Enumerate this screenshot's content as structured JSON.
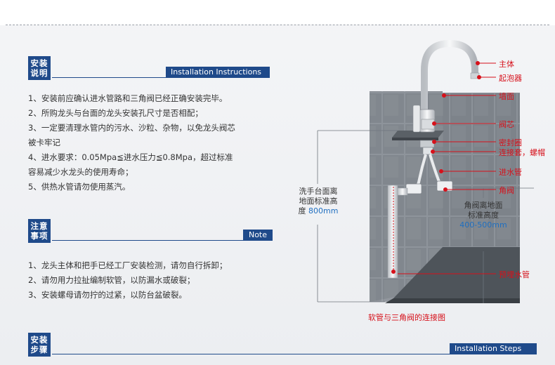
{
  "section_install": {
    "badge": [
      "安装",
      "说明"
    ],
    "title": "Installation Instructions",
    "items": [
      "1、安装前应确认进水管路和三角阀已经正确安装完毕。",
      "2、所购龙头与台面的龙头安装孔尺寸是否相配；",
      "3、一定要清理水管内的污水、沙粒、杂物，以免龙头阀芯",
      "被卡牢记",
      "4、进水要求：0.05Mpa≦进水压力≦0.8Mpa，超过标准",
      "容易减少水龙头的使用寿命；",
      "5、供热水管请勿使用蒸汽。"
    ]
  },
  "section_note": {
    "badge": [
      "注意",
      "事项"
    ],
    "title": "Note",
    "items": [
      "1、龙头主体和把手已经工厂安装检测，请勿自行拆卸；",
      "2、请勿用力拉扯编制软管，以防漏水或破裂；",
      "3、安装螺母请勿拧的过紧，以防台盆破裂。"
    ]
  },
  "section_steps": {
    "badge": [
      "安装",
      "步骤"
    ],
    "title": "Installation Steps"
  },
  "diagram": {
    "labels": [
      "主体",
      "起泡器",
      "墙面",
      "阀芯",
      "密封圈",
      "连接套，螺帽",
      "进水管",
      "角阀",
      "预埋水管"
    ],
    "basin_height": {
      "line1": "洗手台面离",
      "line2": "地面标准高",
      "line3": "度",
      "value": "800mm"
    },
    "valve_height": {
      "line1": "角阀离地面",
      "line2": "标准高度",
      "value": "400-500mm"
    },
    "caption": "软管与三角阀的连接图"
  },
  "colors": {
    "accent": "#1f4a8a",
    "label_red": "#d6111b",
    "value_blue": "#1f6fc0"
  }
}
